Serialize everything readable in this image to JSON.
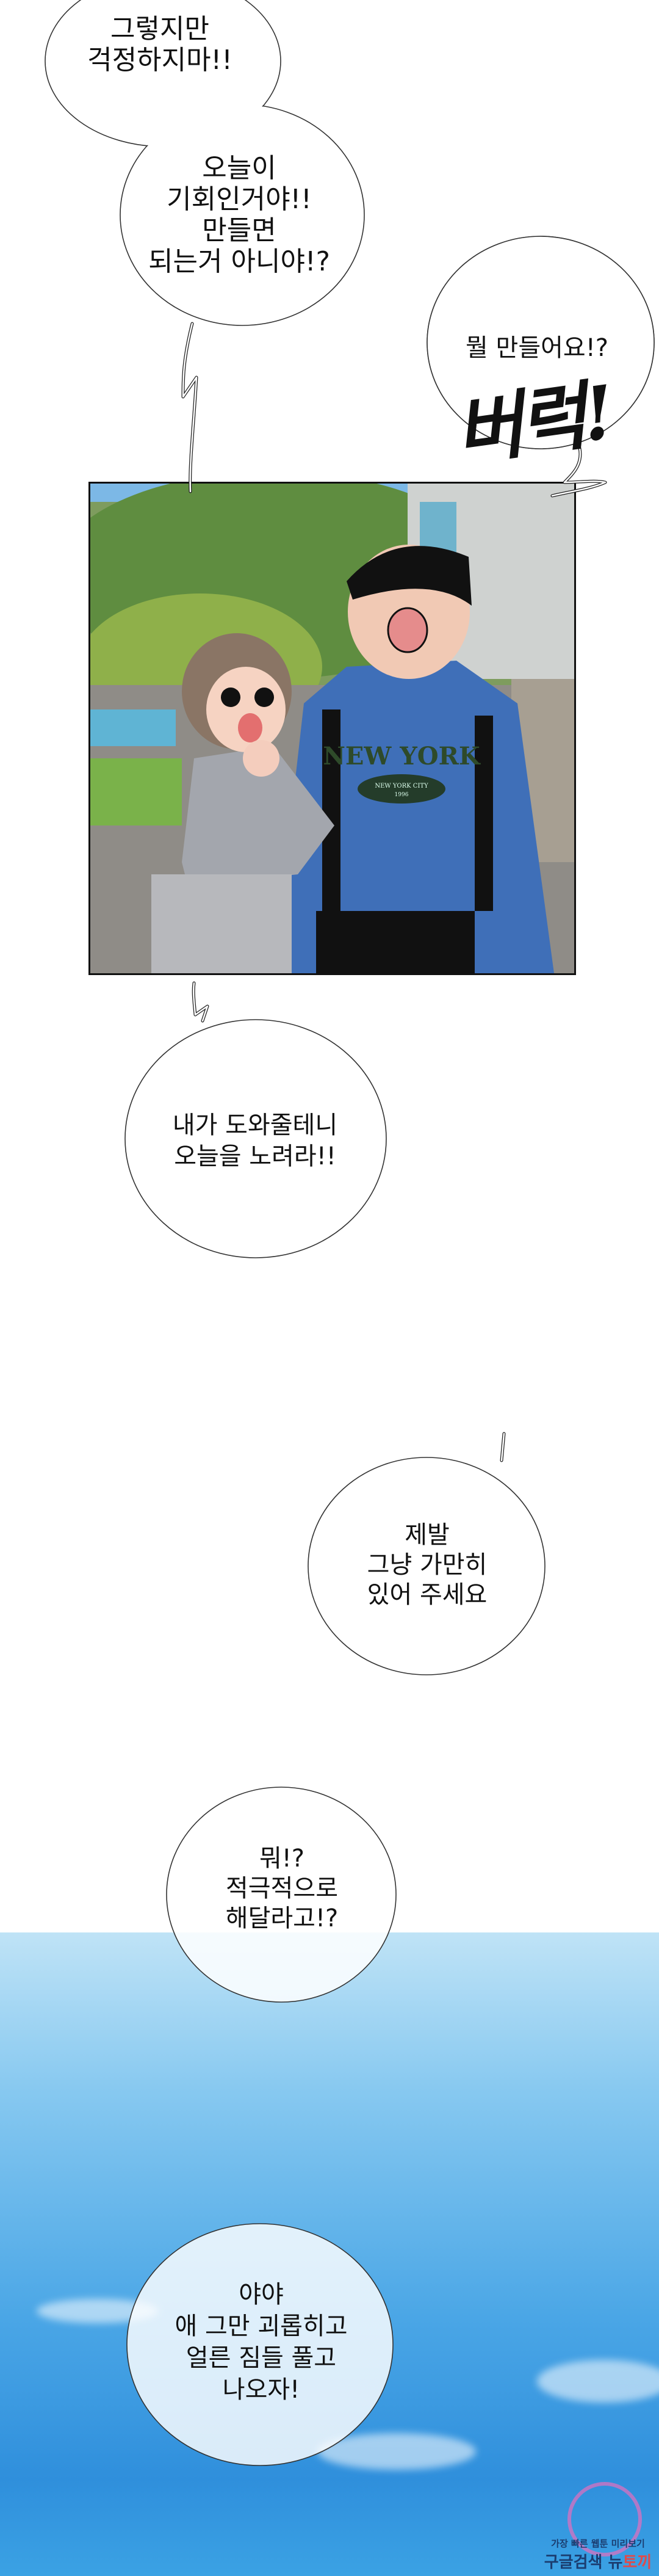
{
  "bubbles": [
    {
      "id": "b1",
      "lines": [
        "그렇지만",
        "걱정하지마!!"
      ]
    },
    {
      "id": "b2",
      "lines": [
        "오늘이",
        "기회인거야!!",
        "만들면",
        "되는거 아니야!?"
      ]
    },
    {
      "id": "b3",
      "lines": [
        "뭘 만들어요!?"
      ]
    },
    {
      "id": "b4",
      "lines": [
        "내가 도와줄테니",
        "오늘을 노려라!!"
      ]
    },
    {
      "id": "b5",
      "lines": [
        "제발",
        "그냥 가만히",
        "있어 주세요"
      ]
    },
    {
      "id": "b6",
      "lines": [
        "뭐!?",
        "적극적으로",
        "해달라고!?"
      ]
    },
    {
      "id": "b7",
      "lines": [
        "야야",
        "애 그만 괴롭히고",
        "얼른 짐들 풀고",
        "나오자!"
      ]
    }
  ],
  "sfx": "버럭!",
  "panel": {
    "shirt_text": "NEW YORK",
    "badge_text": "NEW YORK CITY",
    "badge_year": "1996"
  },
  "watermark": {
    "line1": "가장 빠른 웹툰 미리보기",
    "line2_a": "구글검색",
    "line2_b": "뉴",
    "line2_c": "토끼"
  },
  "colors": {
    "sky_top": "#bfe3f6",
    "sky_bottom": "#2f8fdc",
    "outline": "#222222"
  }
}
